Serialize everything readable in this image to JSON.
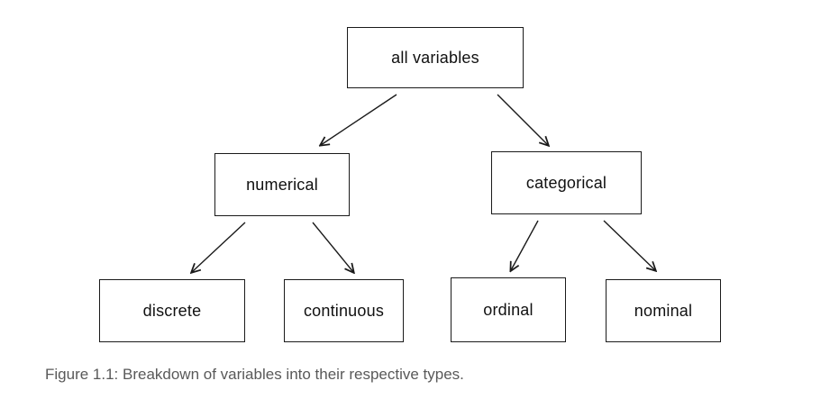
{
  "diagram": {
    "nodes": {
      "root": {
        "label": "all variables"
      },
      "numerical": {
        "label": "numerical"
      },
      "categorical": {
        "label": "categorical"
      },
      "discrete": {
        "label": "discrete"
      },
      "continuous": {
        "label": "continuous"
      },
      "ordinal": {
        "label": "ordinal"
      },
      "nominal": {
        "label": "nominal"
      }
    },
    "edges": [
      {
        "from": "all variables",
        "to": "numerical"
      },
      {
        "from": "all variables",
        "to": "categorical"
      },
      {
        "from": "numerical",
        "to": "discrete"
      },
      {
        "from": "numerical",
        "to": "continuous"
      },
      {
        "from": "categorical",
        "to": "ordinal"
      },
      {
        "from": "categorical",
        "to": "nominal"
      }
    ],
    "caption": "Figure 1.1: Breakdown of variables into their respective types."
  }
}
